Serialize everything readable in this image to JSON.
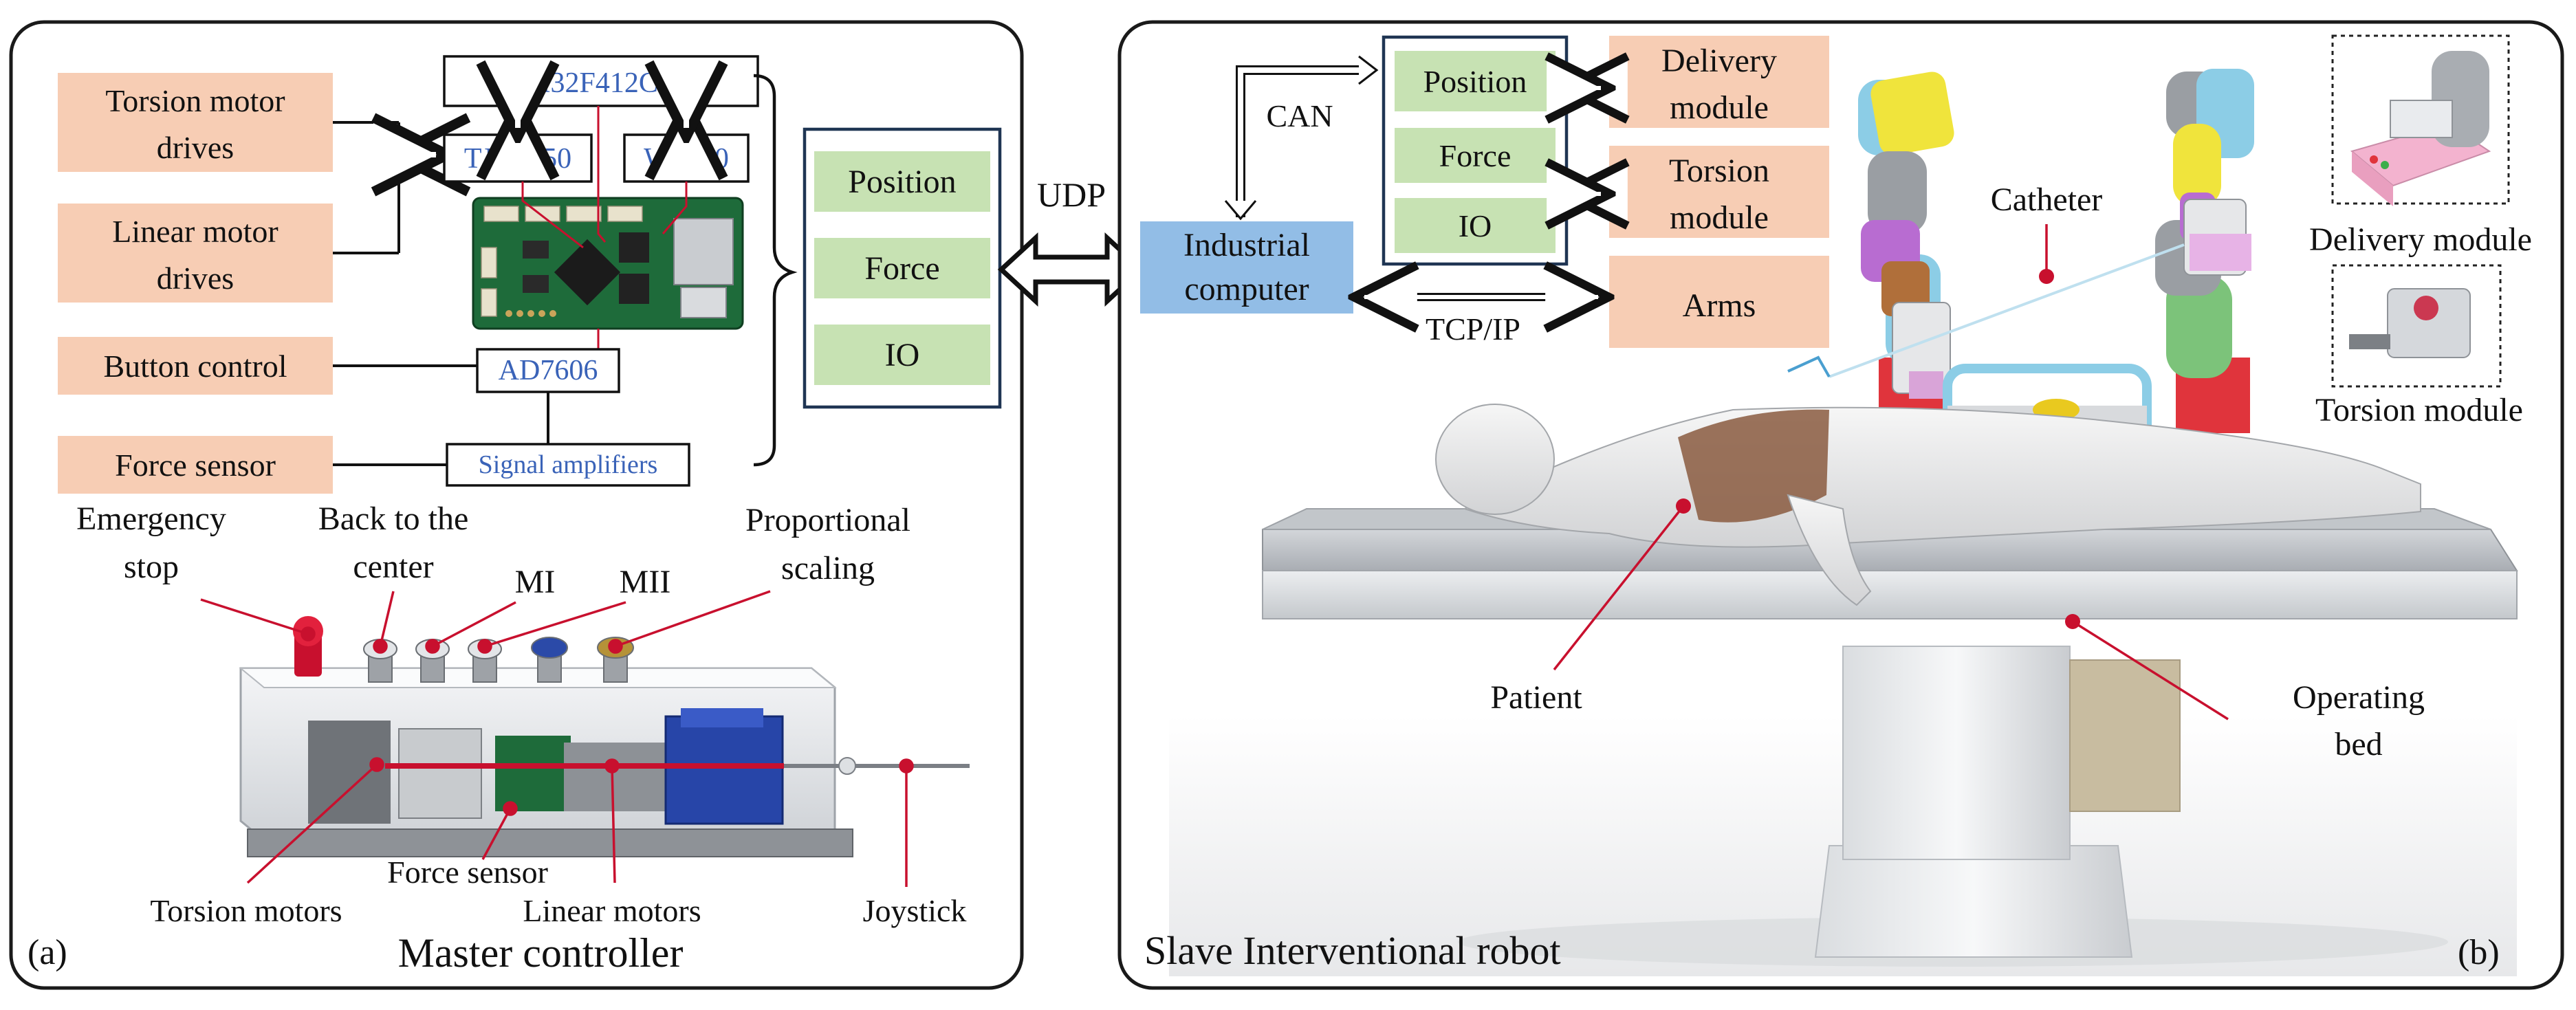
{
  "colors": {
    "io_block": "#f7cdb4",
    "data_block": "#c7e2b3",
    "computer_block": "#92bde6",
    "chip_text": "#3a63b8",
    "frame": "#1a1a1a",
    "pcb_green": "#1e6b3a",
    "pointer_red": "#c8102e"
  },
  "panel_a": {
    "tag": "(a)",
    "title": "Master controller",
    "drives": {
      "torsion": [
        "Torsion motor",
        "drives"
      ],
      "linear": [
        "Linear motor",
        "drives"
      ],
      "button": "Button control",
      "force": "Force sensor"
    },
    "chips": {
      "mcu": "STM32F412CEU6",
      "can": "TJA1050",
      "eth": "W5500",
      "adc": "AD7606",
      "amp": "Signal amplifiers"
    },
    "data_blocks": [
      "Position",
      "Force",
      "IO"
    ],
    "link": "UDP",
    "callouts": {
      "emergency": [
        "Emergency",
        "stop"
      ],
      "center": [
        "Back to the",
        "center"
      ],
      "m1": "MI",
      "m2": "MII",
      "scaling": [
        "Proportional",
        "scaling"
      ],
      "force_sensor": "Force sensor",
      "torsion_motors": "Torsion motors",
      "linear_motors": "Linear motors",
      "joystick": "Joystick"
    }
  },
  "panel_b": {
    "tag": "(b)",
    "title": "Slave Interventional robot",
    "computer": [
      "Industrial",
      "computer"
    ],
    "can": "CAN",
    "tcp": "TCP/IP",
    "data_blocks": [
      "Position",
      "Force",
      "IO"
    ],
    "modules": {
      "delivery": [
        "Delivery",
        "module"
      ],
      "torsion": [
        "Torsion",
        "module"
      ],
      "arms": "Arms"
    },
    "callouts": {
      "catheter": "Catheter",
      "delivery_module": "Delivery module",
      "torsion_module": "Torsion module",
      "patient": "Patient",
      "bed": [
        "Operating",
        "bed"
      ]
    }
  }
}
